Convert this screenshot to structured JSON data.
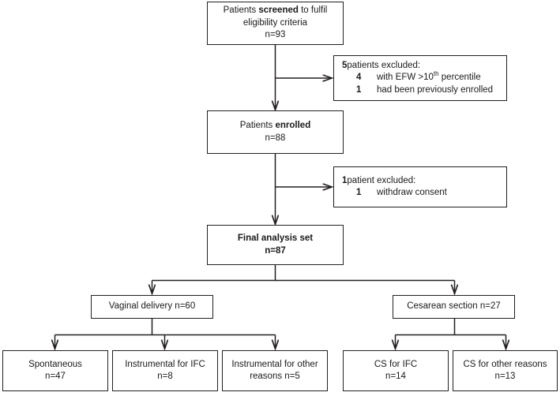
{
  "diagram": {
    "type": "flowchart",
    "title": "Patient flow / CONSORT diagram",
    "stroke_color": "#231f20",
    "background_color": "#ffffff",
    "nodes": {
      "screened": {
        "line1_pre": "Patients ",
        "line1_bold": "screened",
        "line1_post": " to fulfil",
        "line2": "eligibility criteria",
        "line3": "n=93",
        "count": 93
      },
      "excluded_1": {
        "head_num": "5",
        "head_text": " patients excluded:",
        "items": [
          {
            "num": "4",
            "text_pre": "with EFW >10",
            "sup": "th",
            "text_post": " percentile"
          },
          {
            "num": "1",
            "text_pre": "had been previously enrolled",
            "sup": "",
            "text_post": ""
          }
        ],
        "count": 5
      },
      "enrolled": {
        "line1_pre": "Patients ",
        "line1_bold": "enrolled",
        "line1_post": "",
        "line2": "n=88",
        "count": 88
      },
      "excluded_2": {
        "head_num": "1",
        "head_text": " patient excluded:",
        "items": [
          {
            "num": "1",
            "text_pre": "withdraw consent",
            "sup": "",
            "text_post": ""
          }
        ],
        "count": 1
      },
      "final_analysis": {
        "line1": "Final analysis set",
        "line2": "n=87",
        "count": 87
      },
      "vaginal": {
        "line1": "Vaginal delivery n=60",
        "count": 60
      },
      "cesarean": {
        "line1": "Cesarean section n=27",
        "count": 27
      },
      "spontaneous": {
        "line1": "Spontaneous",
        "line2": "n=47",
        "count": 47
      },
      "instrumental_ifc": {
        "line1": "Instrumental for IFC",
        "line2": "n=8",
        "count": 8
      },
      "instrumental_other": {
        "line1": "Instrumental for other",
        "line2": "reasons n=5",
        "count": 5
      },
      "cs_ifc": {
        "line1": "CS for IFC",
        "line2": "n=14",
        "count": 14
      },
      "cs_other": {
        "line1": "CS for other reasons",
        "line2": "n=13",
        "count": 13
      }
    }
  }
}
